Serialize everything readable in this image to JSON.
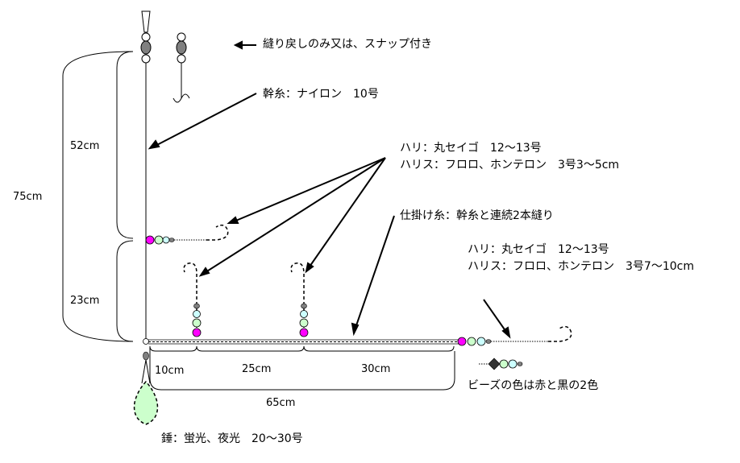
{
  "labels": {
    "swivel_note": "縫り戻しのみ又は、スナップ付き",
    "main_line": "幹糸：ナイロン　10号",
    "hook_upper_1": "ハリ：丸セイゴ　12〜13号",
    "hook_upper_2": "ハリス：フロロ、ホンテロン　3号3〜5cm",
    "rig_line": "仕掛け糸：幹糸と連続2本縫り",
    "hook_tail_1": "ハリ：丸セイゴ　12〜13号",
    "hook_tail_2": "ハリス：フロロ、ホンテロン　3号7〜10cm",
    "beads_note": "ビーズの色は赤と黒の2色",
    "sinker": "錘：蛍光、夜光　20〜30号",
    "dim_52": "52cm",
    "dim_23": "23cm",
    "dim_75": "75cm",
    "dim_10": "10cm",
    "dim_25": "25cm",
    "dim_30": "30cm",
    "dim_65": "65cm"
  },
  "colors": {
    "line": "#000000",
    "bead_magenta": "#ff00ff",
    "bead_light_green": "#ccffcc",
    "bead_light_cyan": "#ccffff",
    "bead_gray": "#808080",
    "sinker_fill": "#ccffcc",
    "bead_black": "#333333"
  }
}
